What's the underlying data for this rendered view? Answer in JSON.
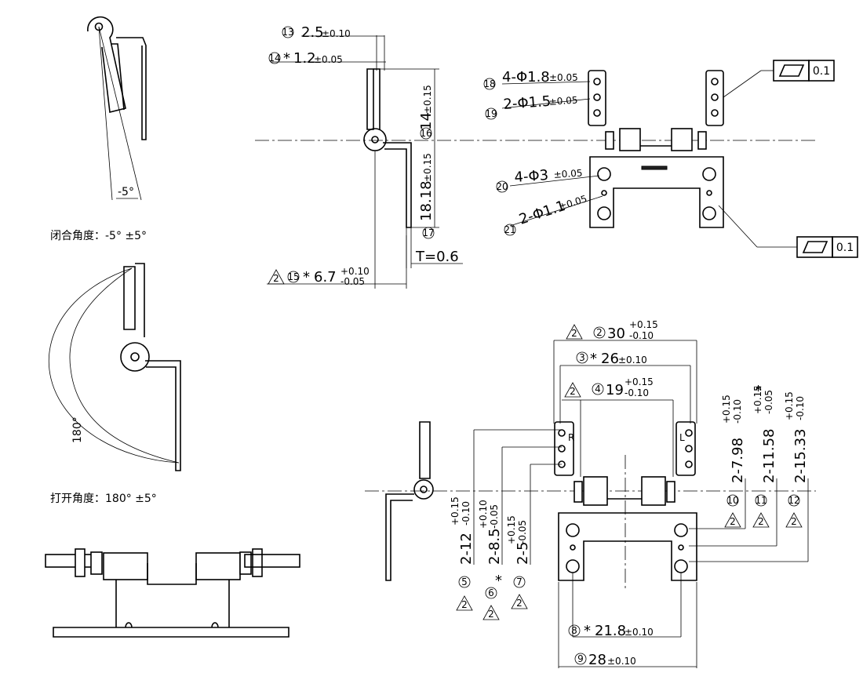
{
  "angles": {
    "closed_caption": "闭合角度：-5° ±5°",
    "closed_angle_mark": "-5°",
    "open_caption": "打开角度：180° ±5°",
    "open_angle_mark": "180°"
  },
  "side_view": {
    "d13": {
      "num": "13",
      "value": "2.5",
      "tol": "±0.10"
    },
    "d14": {
      "num": "14",
      "prefix": "*",
      "value": "1.2",
      "tol": "±0.05"
    },
    "d15": {
      "num": "15",
      "prefix": "*",
      "value": "6.7",
      "tol_upper": "+0.10",
      "tol_lower": "-0.05",
      "rev": "2"
    },
    "d16": {
      "num": "16",
      "value": "14",
      "tol": "±0.15"
    },
    "d17": {
      "num": "17",
      "value": "18.18",
      "tol": "±0.15"
    },
    "thickness": "T=0.6"
  },
  "top_view": {
    "d18": {
      "num": "18",
      "value": "4-Φ1.8",
      "tol": "±0.05"
    },
    "d19": {
      "num": "19",
      "value": "2-Φ1.5",
      "tol": "±0.05"
    },
    "d20": {
      "num": "20",
      "value": "4-Φ3",
      "tol": "±0.05"
    },
    "d21": {
      "num": "21",
      "value": "2-Φ1.1",
      "tol": "±0.05"
    },
    "flatness_top": "0.1",
    "flatness_bottom": "0.1"
  },
  "bottom_view": {
    "d2": {
      "num": "2",
      "value": "30",
      "tol_upper": "+0.15",
      "tol_lower": "-0.10",
      "rev": "2"
    },
    "d3": {
      "num": "3",
      "prefix": "*",
      "value": "26",
      "tol": "±0.10"
    },
    "d4": {
      "num": "4",
      "value": "19",
      "tol_upper": "+0.15",
      "tol_lower": "-0.10",
      "rev": "2"
    },
    "d5": {
      "num": "5",
      "value": "2-12",
      "tol_upper": "+0.15",
      "tol_lower": "-0.10",
      "rev": "2"
    },
    "d6": {
      "num": "6",
      "value": "2-8.5",
      "tol_upper": "+0.10",
      "tol_lower": "-0.05",
      "suffix": "*",
      "rev": "2"
    },
    "d7": {
      "num": "7",
      "value": "2-5",
      "tol_upper": "+0.15",
      "tol_lower": "-0.05",
      "rev": "2"
    },
    "d8": {
      "num": "8",
      "prefix": "*",
      "value": "21.8",
      "tol": "±0.10"
    },
    "d9": {
      "num": "9",
      "value": "28",
      "tol": "±0.10"
    },
    "d10": {
      "num": "10",
      "value": "2-7.98",
      "tol_upper": "+0.15",
      "tol_lower": "-0.10",
      "rev": "2"
    },
    "d11": {
      "num": "11",
      "value": "2-11.58",
      "tol_upper": "+0.15",
      "tol_lower": "-0.05",
      "suffix": "*",
      "rev": "2"
    },
    "d12": {
      "num": "12",
      "value": "2-15.33",
      "tol_upper": "+0.15",
      "tol_lower": "-0.10",
      "rev": "2"
    },
    "mark_r": "R",
    "mark_l": "L"
  }
}
